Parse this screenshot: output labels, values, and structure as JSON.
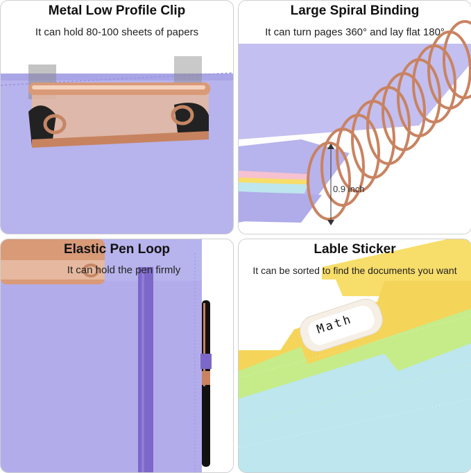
{
  "panels": [
    {
      "title": "Metal Low Profile Clip",
      "subtitle": "It can hold 80-100 sheets of papers"
    },
    {
      "title": "Large Spiral Binding",
      "subtitle": "It can turn pages 360° and lay flat 180°",
      "measure": "0.9 inch"
    },
    {
      "title": "Elastic Pen Loop",
      "subtitle": "It can hold the pen firmly"
    },
    {
      "title": "Lable Sticker",
      "subtitle": "It can be sorted to find the documents you want",
      "tab_label": "Math"
    }
  ],
  "colors": {
    "lavender": "#b7b3ec",
    "lavender_dark": "#9a93de",
    "rose_gold": "#d99a78",
    "elastic_band": "#7c68c8",
    "yellow_folder": "#f7dd6a",
    "green_folder": "#c6ec8a",
    "blue_folder": "#bde6ee"
  }
}
